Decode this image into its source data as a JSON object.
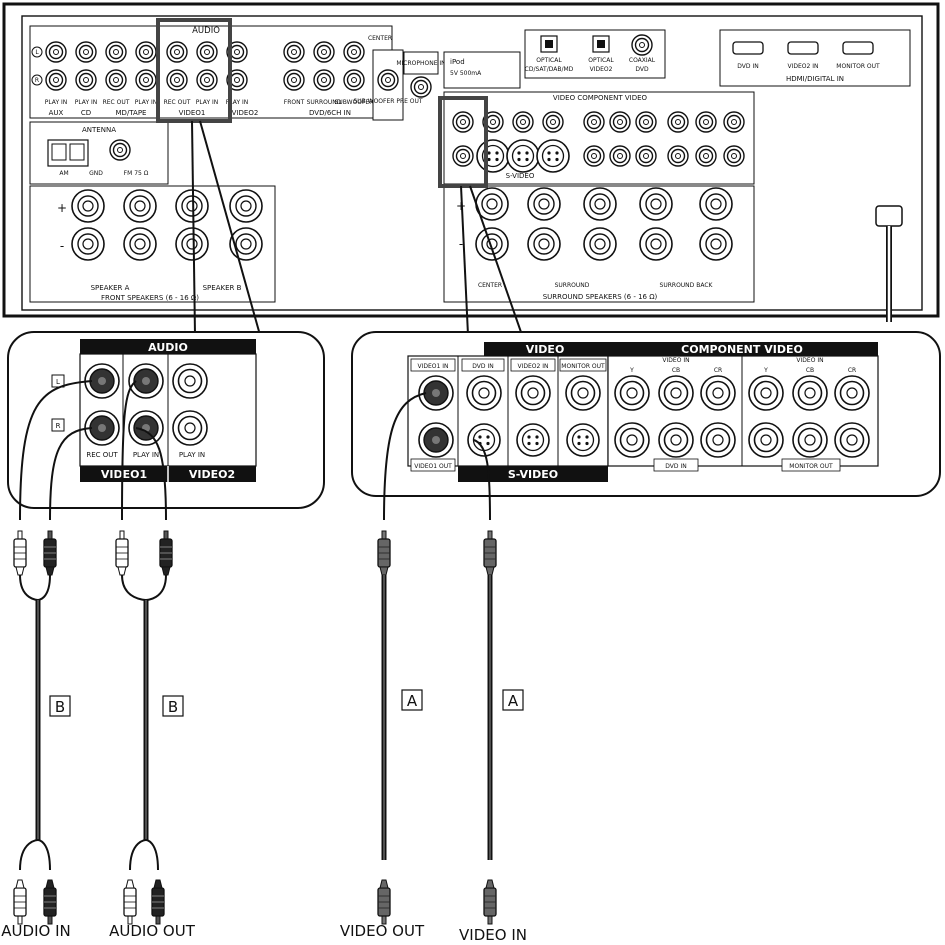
{
  "panel": {
    "audio_header": "AUDIO",
    "audio_jacks": [
      "PLAY IN",
      "PLAY IN",
      "REC OUT",
      "PLAY IN",
      "REC OUT",
      "PLAY IN",
      "PLAY IN"
    ],
    "audio_groups": [
      "AUX",
      "CD",
      "MD/TAPE",
      "VIDEO1",
      "VIDEO2"
    ],
    "channel_l": "L",
    "channel_r": "R",
    "dvd_jacks": [
      "FRONT",
      "SURROUND",
      "SUBWOOFER"
    ],
    "dvd_group": "DVD/6CH IN",
    "center": "CENTER",
    "subwoofer_pre_out": "SUB WOOFER PRE OUT",
    "mic": "MICROPHONE IN",
    "ipod": "iPod",
    "ipod_rating": "5V 500mA",
    "antenna": "ANTENNA",
    "am": "AM",
    "gnd": "GND",
    "fm": "FM 75 Ω",
    "optical1": "OPTICAL",
    "optical1_sub": "CD/SAT/DAB/MD",
    "optical2": "OPTICAL",
    "optical2_sub": "VIDEO2",
    "coaxial": "COAXIAL",
    "coaxial_sub": "DVD",
    "hdmi_jacks": [
      "DVD IN",
      "VIDEO2 IN",
      "MONITOR OUT"
    ],
    "hdmi_group": "HDMI/DIGITAL IN",
    "video_component_header": "VIDEO COMPONENT VIDEO",
    "svideo": "S-VIDEO",
    "speaker_a": "SPEAKER A",
    "speaker_b": "SPEAKER B",
    "front_speakers": "FRONT SPEAKERS (6 - 16 Ω)",
    "center_speaker": "CENTER",
    "surround": "SURROUND",
    "surround_back": "SURROUND BACK",
    "surround_speakers": "SURROUND SPEAKERS (6 - 16 Ω)",
    "plus": "+",
    "minus": "-"
  },
  "audio_detail": {
    "header": "AUDIO",
    "l": "L",
    "r": "R",
    "rec_out": "REC OUT",
    "play_in_1": "PLAY IN",
    "play_in_2": "PLAY IN",
    "video1": "VIDEO1",
    "video2": "VIDEO2"
  },
  "video_detail": {
    "video_header": "VIDEO",
    "component_header": "COMPONENT VIDEO",
    "video1_in": "VIDEO1 IN",
    "dvd_in": "DVD IN",
    "video2_in": "VIDEO2 IN",
    "monitor_out": "MONITOR OUT",
    "video1_out": "VIDEO1 OUT",
    "svideo": "S-VIDEO",
    "video_in_label": "VIDEO IN",
    "y1": "Y",
    "cb1": "CB",
    "cr1": "CR",
    "y2": "Y",
    "cb2": "CB",
    "cr2": "CR",
    "dvd_in_bottom": "DVD IN",
    "monitor_out_bottom": "MONITOR OUT"
  },
  "cables": {
    "b1": "B",
    "b2": "B",
    "a1": "A",
    "a2": "A"
  },
  "captions": {
    "audio_in": "AUDIO IN",
    "audio_out": "AUDIO OUT",
    "video_out": "VIDEO OUT",
    "video_in": "VIDEO IN"
  }
}
